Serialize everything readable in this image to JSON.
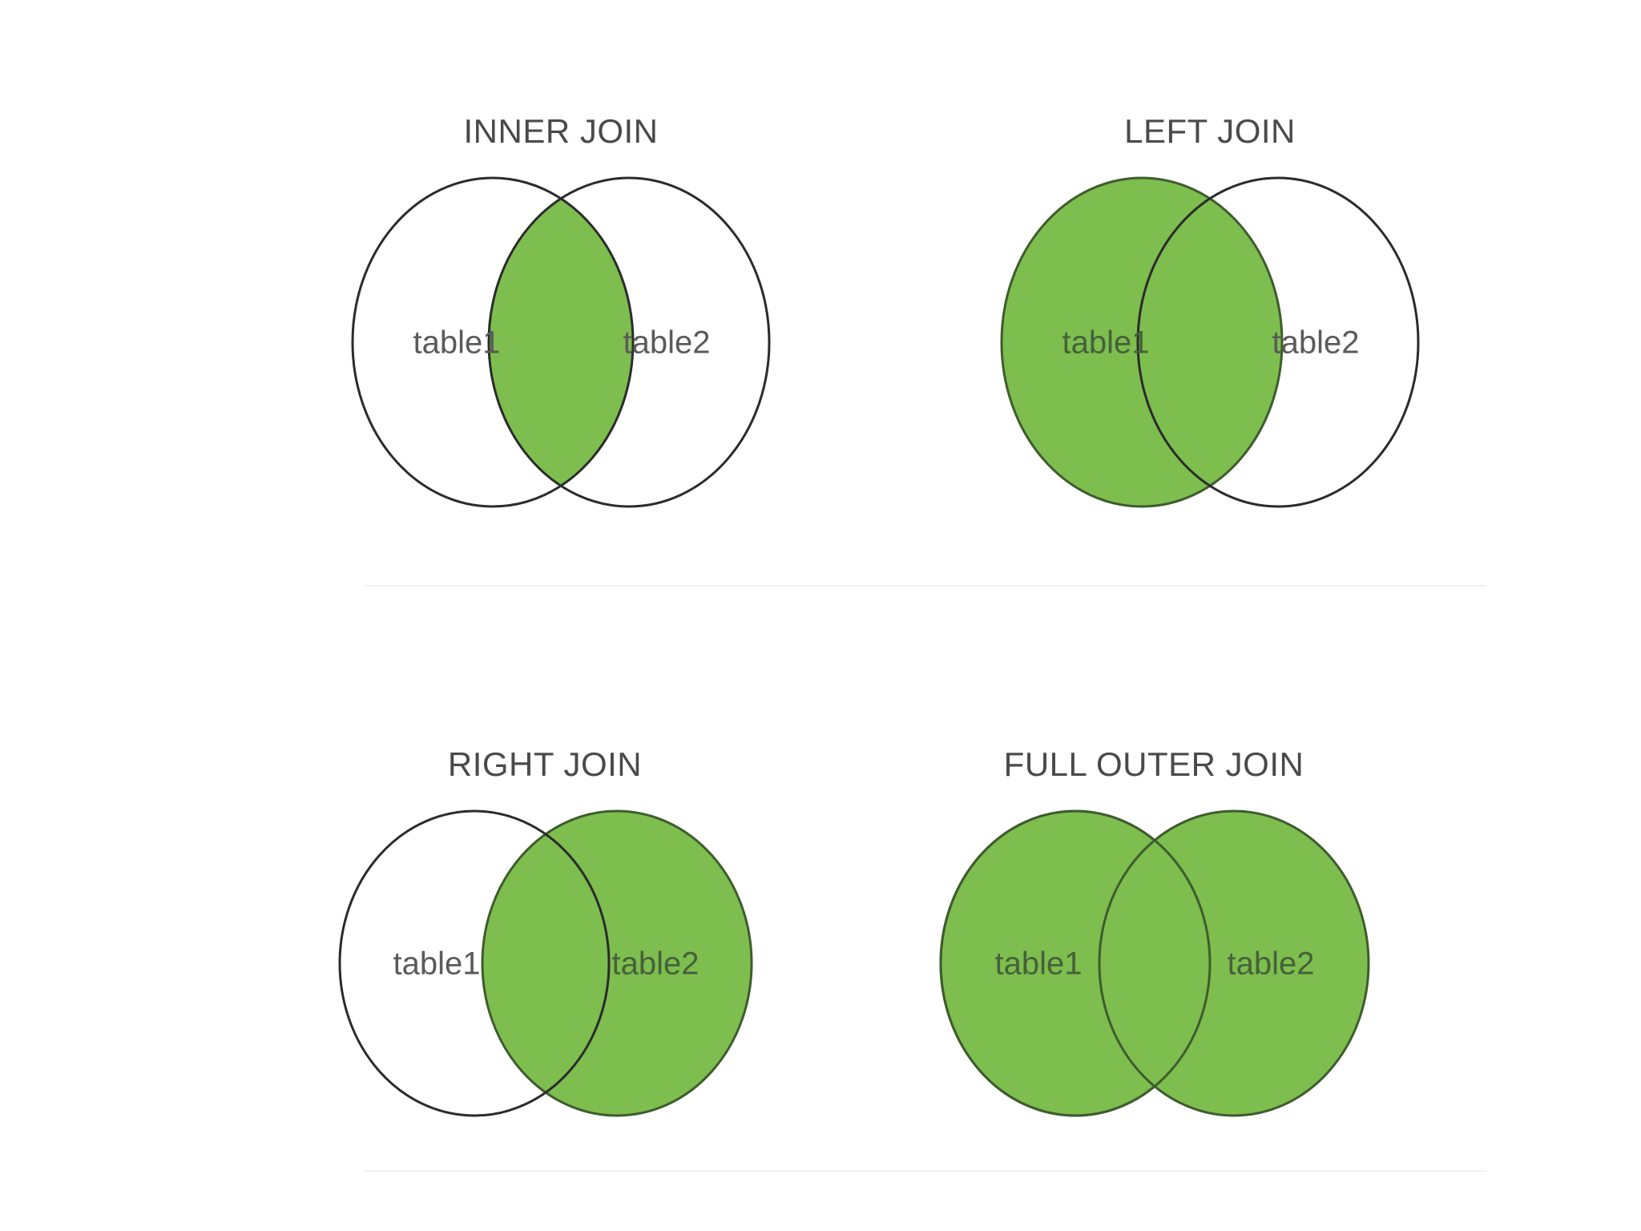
{
  "page": {
    "background_color": "#ffffff",
    "title_color": "#4a4a4a",
    "label_color": "#5a5a5a",
    "label_color_on_fill": "#46603a",
    "fill_green": "#7DBE4E",
    "stroke_black": "#2b2b2b",
    "stroke_green": "#3f5c2e",
    "separator_color": "#f0f1f2"
  },
  "diagrams": [
    {
      "id": "inner-join",
      "title": "INNER JOIN",
      "left_label": "table1",
      "right_label": "table2",
      "left_filled": false,
      "right_filled": false,
      "intersection_filled": true
    },
    {
      "id": "left-join",
      "title": "LEFT JOIN",
      "left_label": "table1",
      "right_label": "table2",
      "left_filled": true,
      "right_filled": false,
      "intersection_filled": true
    },
    {
      "id": "right-join",
      "title": "RIGHT JOIN",
      "left_label": "table1",
      "right_label": "table2",
      "left_filled": false,
      "right_filled": true,
      "intersection_filled": true
    },
    {
      "id": "full-outer-join",
      "title": "FULL OUTER JOIN",
      "left_label": "table1",
      "right_label": "table2",
      "left_filled": true,
      "right_filled": true,
      "intersection_filled": true
    }
  ]
}
